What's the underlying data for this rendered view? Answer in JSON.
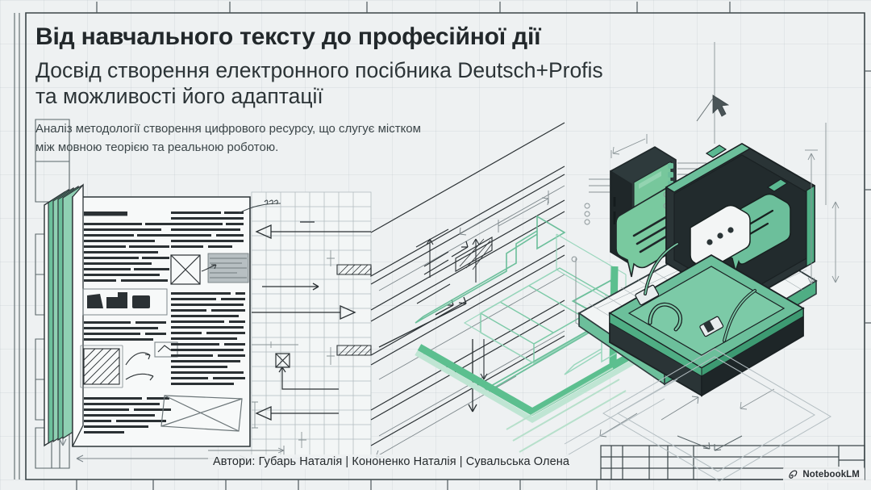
{
  "document": {
    "type": "presentation-slide",
    "language": "uk",
    "background_color": "#eef1f2",
    "accent_color": "#5cbf8f",
    "ink_color": "#2c3437"
  },
  "header": {
    "title": "Від навчального тексту до професійної дії",
    "subtitle_line1": "Досвід створення електронного посібника Deutsch+Profis",
    "subtitle_line2": "та можливості його адаптації",
    "description_line1": "Аналіз методології створення цифрового ресурсу, що слугує містком",
    "description_line2": "між мовною теорією та реальною роботою."
  },
  "footer": {
    "authors_caption": "Автори: Губарь Наталія | Кононенко Наталія | Сувальська Олена",
    "brand_label": "NotebookLM",
    "brand_icon": "notebooklm-spiral-icon"
  },
  "illustration": {
    "style": "isometric blueprint technical drawing",
    "elements": [
      {
        "name": "textbook-stack",
        "label": "open printed textbook with columns of text, figures and hatched diagrams"
      },
      {
        "name": "blueprint-grid-panel",
        "label": "graph-paper panel with dimension arrows"
      },
      {
        "name": "isometric-conduit-arrows",
        "label": "black isometric guide lines and arrows flowing left to right"
      },
      {
        "name": "green-flow-arrow",
        "label": "thick green arrow bridging document to digital device"
      },
      {
        "name": "smartphone",
        "label": "isometric smartphone with green screen and chat bubble"
      },
      {
        "name": "chat-bubble-phone",
        "label": "rounded speech bubble with three message lines"
      },
      {
        "name": "briefcase",
        "label": "open dark professional briefcase with green lining"
      },
      {
        "name": "chat-bubble-briefcase-white",
        "label": "white speech bubble with three dots"
      },
      {
        "name": "chat-bubble-briefcase-green",
        "label": "green speech bubble with two message lines"
      },
      {
        "name": "platform-plate",
        "label": "isometric grid platform beneath the briefcase"
      }
    ]
  },
  "drawing_frame": {
    "name": "technical-drawing-border",
    "title_block_rows": 3,
    "title_block_columns": 6
  }
}
